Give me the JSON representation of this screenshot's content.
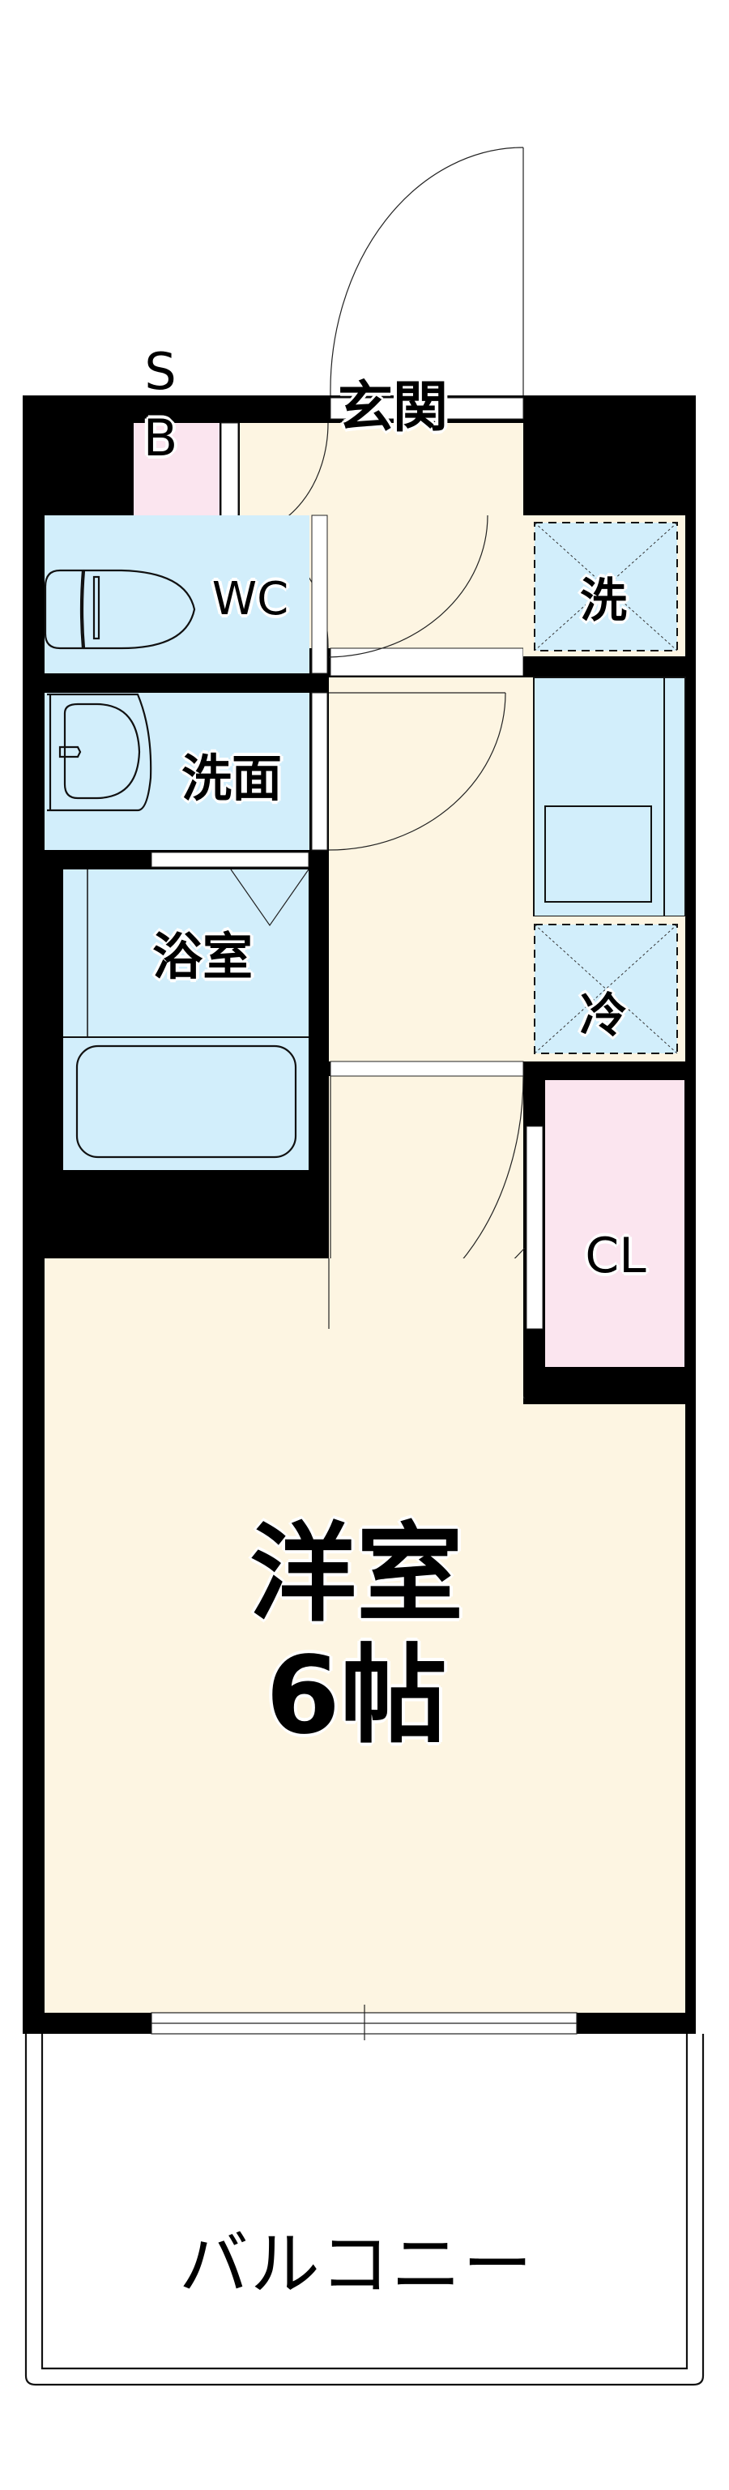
{
  "floor_plan": {
    "title": "1K floor plan",
    "colors": {
      "wall": "#000000",
      "living_floor": "#fdf5e2",
      "wet_area": "#d2eefb",
      "storage": "#fbe5ef",
      "outline": "#222222",
      "background": "#ffffff"
    },
    "rooms": {
      "shoe_box": {
        "label_line1": "S",
        "label_line2": "B"
      },
      "entrance": {
        "label": "玄関"
      },
      "toilet": {
        "label": "WC"
      },
      "washer_space": {
        "label": "洗"
      },
      "washroom": {
        "label": "洗面"
      },
      "bathroom": {
        "label": "浴室"
      },
      "fridge_space": {
        "label": "冷"
      },
      "closet": {
        "label": "CL"
      },
      "western_room": {
        "label_line1": "洋室",
        "label_line2": "6帖",
        "size_jo": 6
      },
      "balcony": {
        "label": "バルコニー"
      }
    }
  }
}
